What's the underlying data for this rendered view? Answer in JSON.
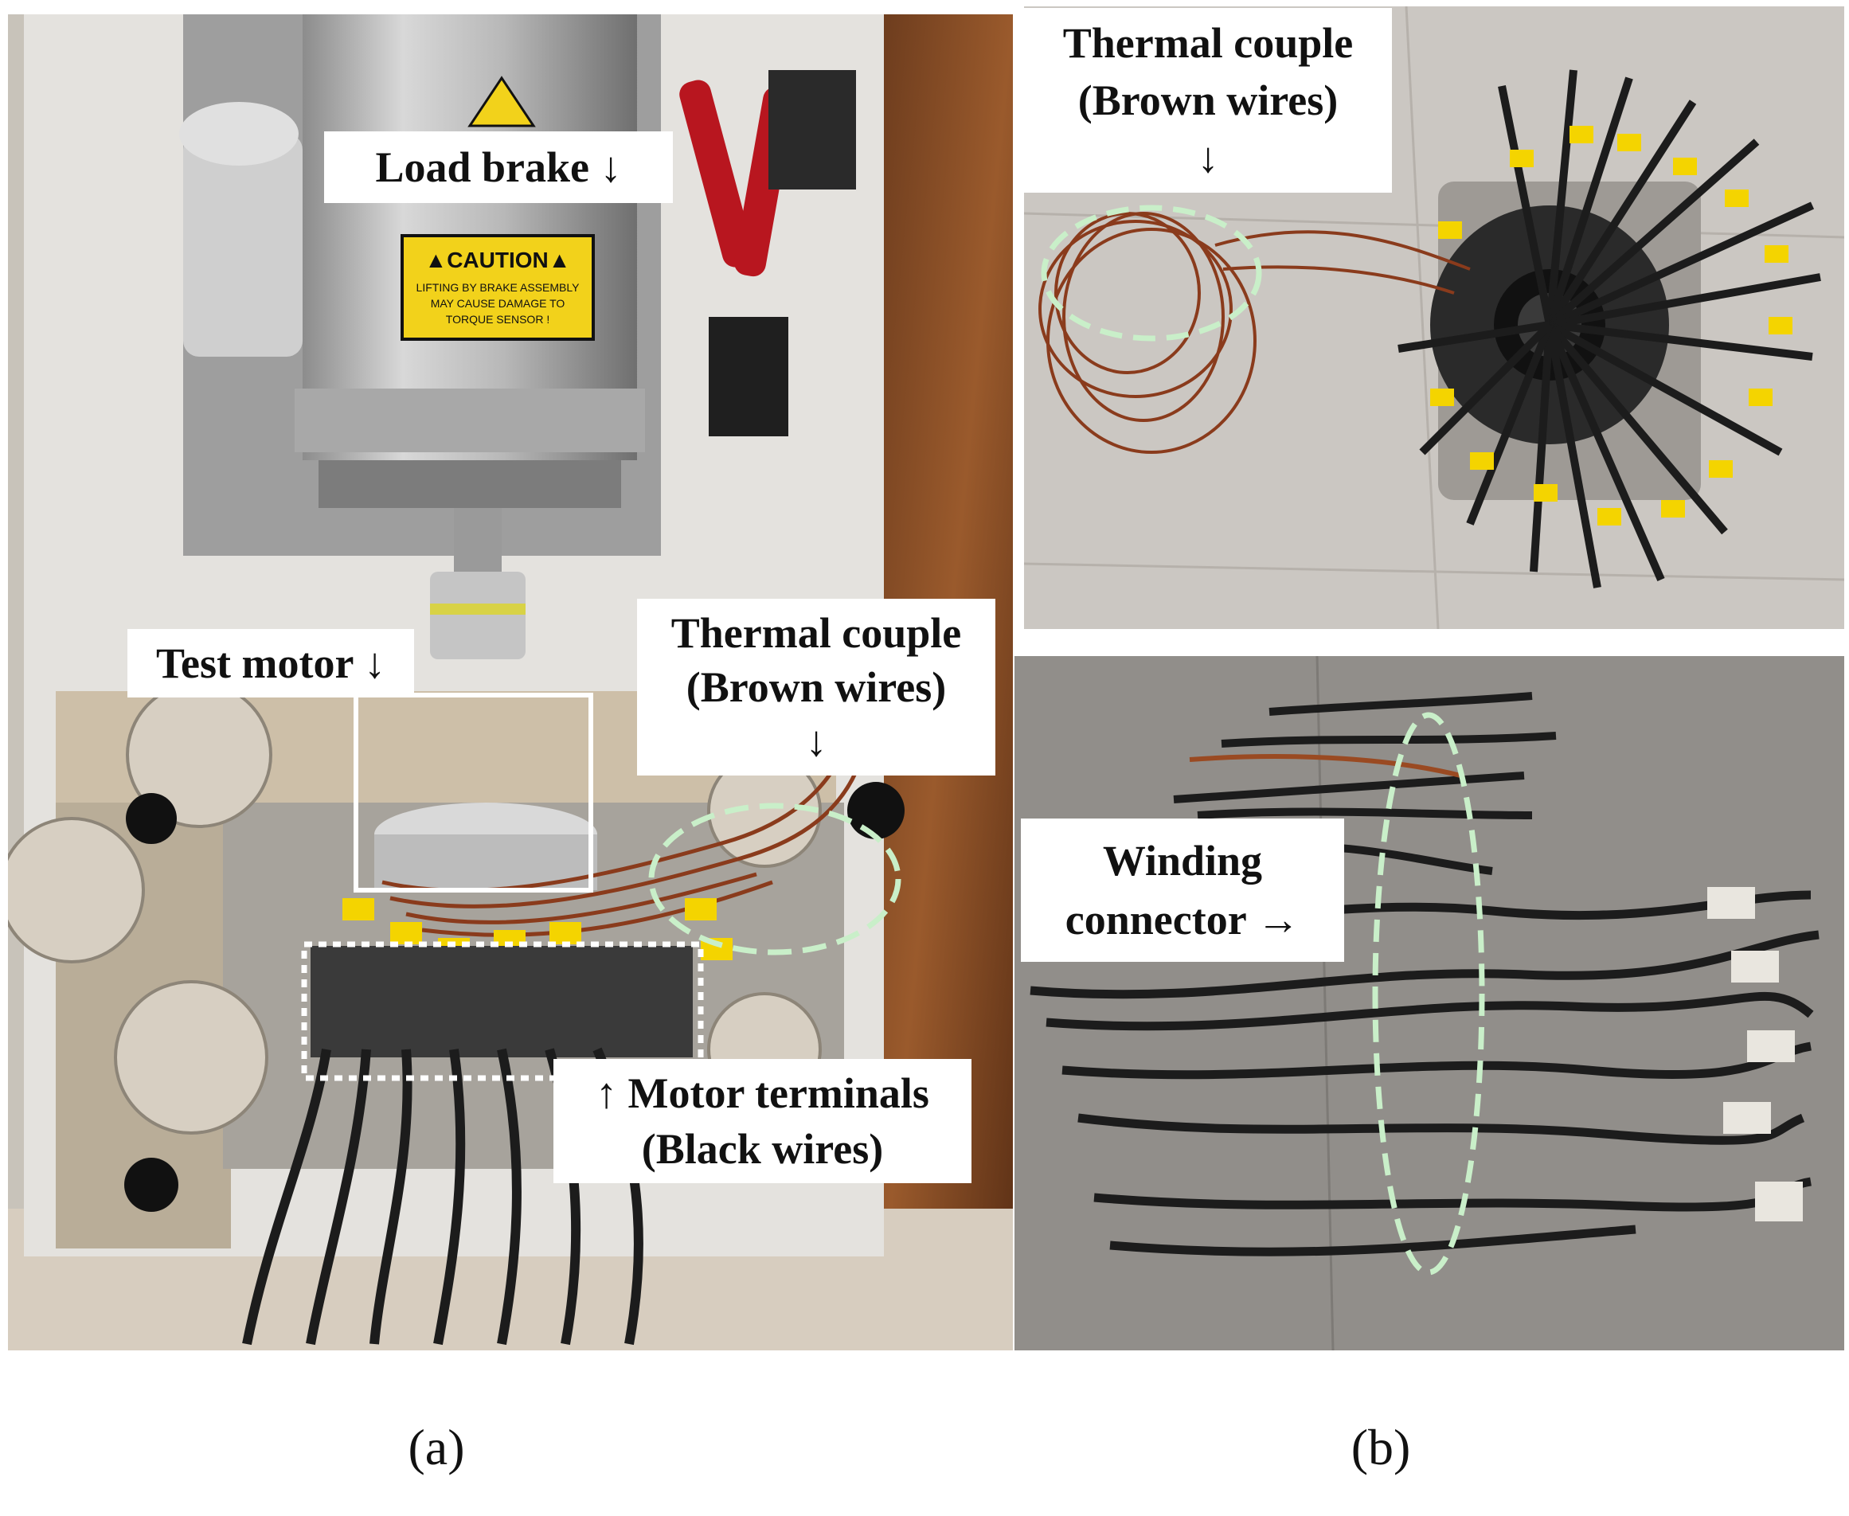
{
  "panels": {
    "a": {
      "caption": "(a)",
      "labels": {
        "load_brake": "Load brake ↓",
        "test_motor": "Test motor ↓",
        "thermal_couple_line1": "Thermal couple",
        "thermal_couple_line2": "(Brown wires)",
        "thermal_couple_arrow": "↓",
        "motor_terminals_line1": "↑ Motor terminals",
        "motor_terminals_line2": "(Black wires)"
      },
      "caution_sticker": {
        "title": "▲CAUTION▲",
        "line1": "LIFTING BY BRAKE ASSEMBLY",
        "line2": "MAY CAUSE DAMAGE TO",
        "line3": "TORQUE SENSOR !"
      }
    },
    "b": {
      "caption": "(b)",
      "labels": {
        "thermal_couple_line1": "Thermal couple",
        "thermal_couple_line2": "(Brown wires)",
        "thermal_couple_arrow": "↓",
        "winding_connector_line1": "Winding",
        "winding_connector_line2": "connector →"
      }
    }
  },
  "colors": {
    "highlight_ellipse": "#c9efc9",
    "caution_yellow": "#f2d21b",
    "wire_brown": "#8a3b1c",
    "wire_black": "#1c1c1c",
    "tag_yellow": "#f4d400"
  }
}
